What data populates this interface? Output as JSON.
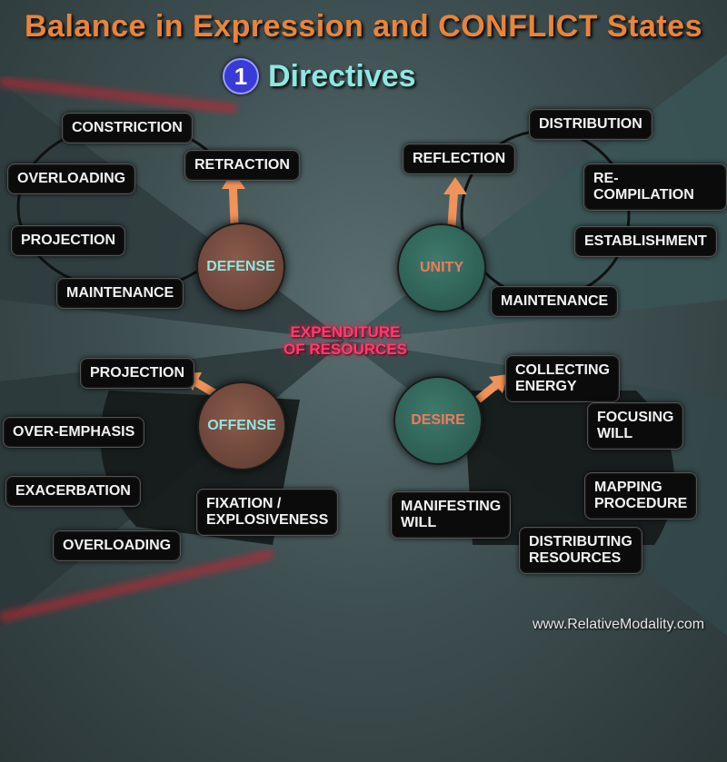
{
  "header": {
    "title": "Balance in Expression and CONFLICT States",
    "number": "1",
    "subtitle": "Directives"
  },
  "center": {
    "label": "EXPENDITURE\nOF RESOURCES"
  },
  "quadrants": {
    "defense": {
      "circle": "DEFENSE",
      "arrow_target": "RETRACTION",
      "items": [
        "CONSTRICTION",
        "OVERLOADING",
        "PROJECTION",
        "MAINTENANCE"
      ]
    },
    "unity": {
      "circle": "UNITY",
      "arrow_target": "REFLECTION",
      "items": [
        "DISTRIBUTION",
        "RE-COMPILATION",
        "ESTABLISHMENT",
        "MAINTENANCE"
      ]
    },
    "offense": {
      "circle": "OFFENSE",
      "arrow_target": "PROJECTION",
      "items": [
        "OVER-EMPHASIS",
        "EXACERBATION",
        "OVERLOADING",
        "FIXATION /\nEXPLOSIVENESS"
      ]
    },
    "desire": {
      "circle": "DESIRE",
      "arrow_target": "COLLECTING\nENERGY",
      "items": [
        "FOCUSING\nWILL",
        "MAPPING\nPROCEDURE",
        "DISTRIBUTING\nRESOURCES",
        "MANIFESTING\nWILL"
      ]
    }
  },
  "footer": {
    "url": "www.RelativeModality.com"
  },
  "colors": {
    "title": "#e8853a",
    "subtitle": "#8ee7e2",
    "badge": "#3a3ad8",
    "center_label": "#ff3d6e",
    "arrow": "#f0935a",
    "brown_circle": "#7a4e40",
    "teal_circle": "#336b5e"
  }
}
